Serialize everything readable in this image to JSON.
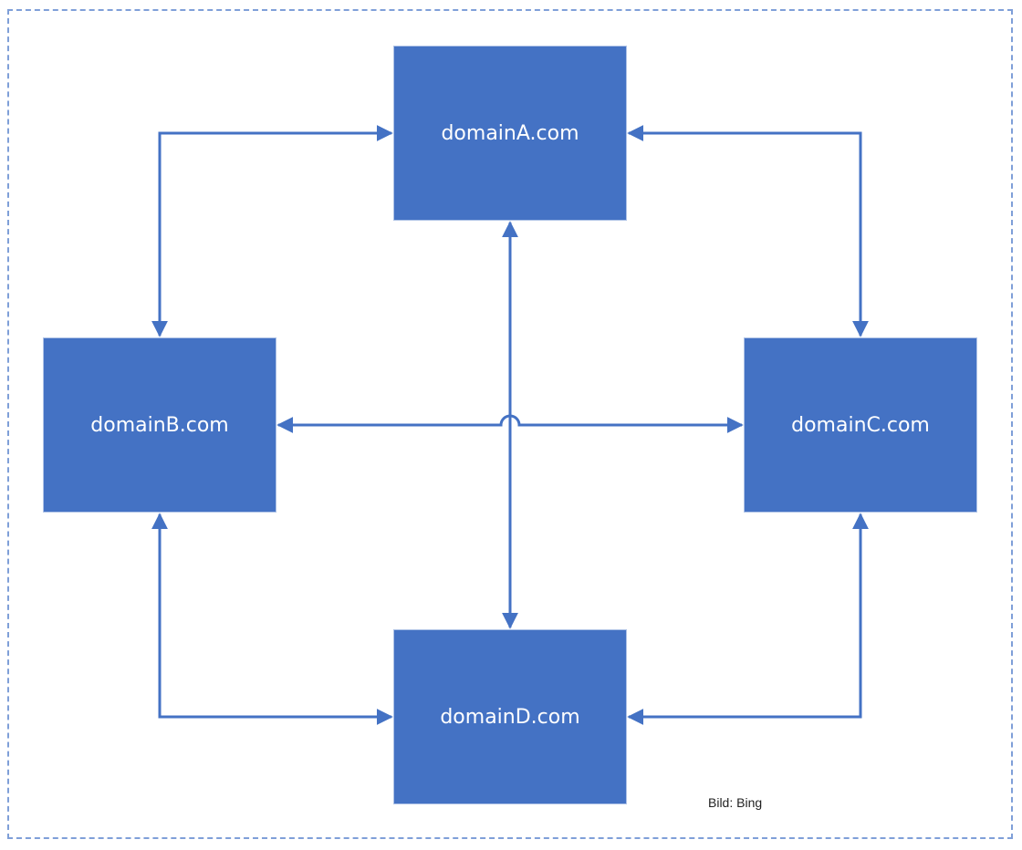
{
  "nodes": {
    "a": "domainA.com",
    "b": "domainB.com",
    "c": "domainC.com",
    "d": "domainD.com"
  },
  "credit": "Bild: Bing",
  "colors": {
    "node_fill": "#4472c4",
    "connector": "#4472c4",
    "frame_border": "#7f9fd8"
  }
}
